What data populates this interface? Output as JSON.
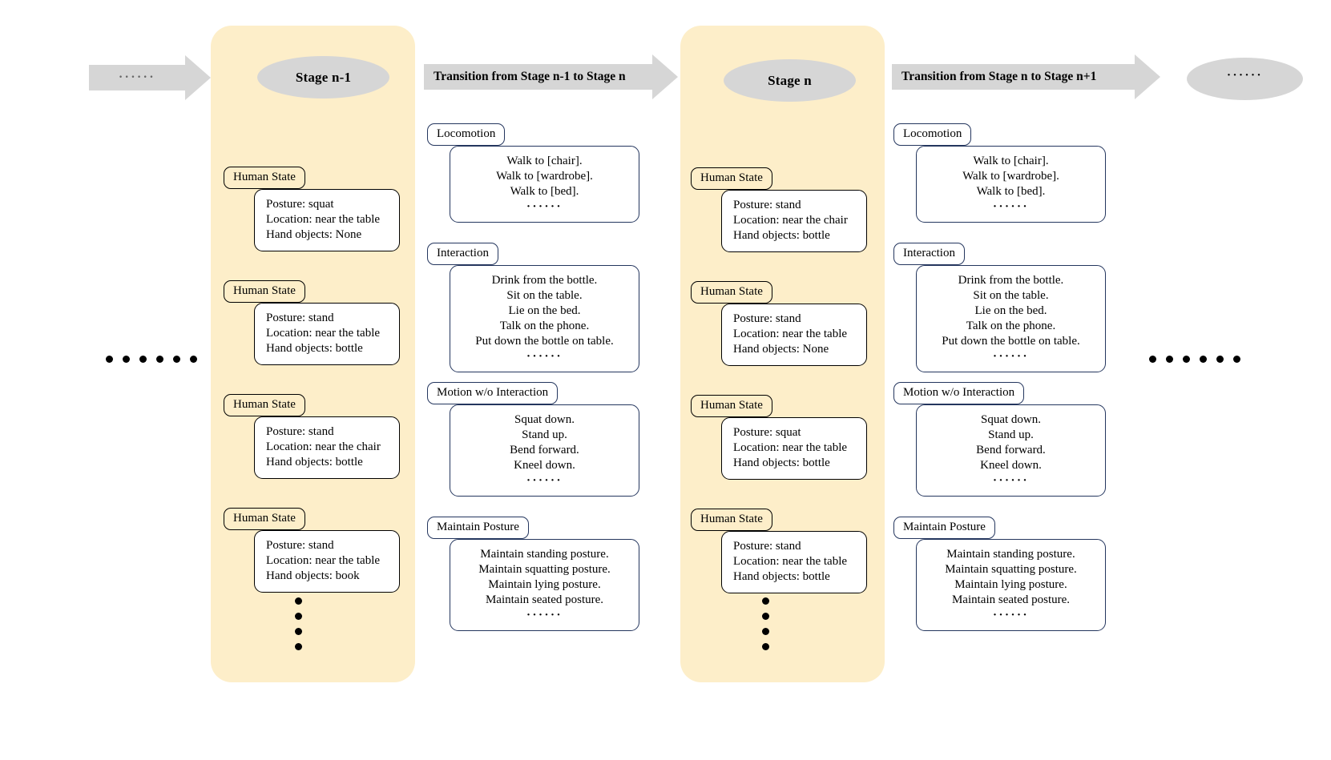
{
  "figure": {
    "lead_arrow_label": "······",
    "tail_ellipse_label": "······",
    "ellipsis_dots": "······",
    "colors": {
      "stage_panel": "#fdeec9",
      "ellipse_gray": "#d6d6d6",
      "arrow_gray": "#d6d6d6",
      "transition_border": "#24365e",
      "state_border": "#000000"
    }
  },
  "stages": [
    {
      "title": "Stage n-1",
      "states": [
        {
          "label": "Human State",
          "lines": [
            "Posture: squat",
            "Location: near the table",
            "Hand objects: None"
          ]
        },
        {
          "label": "Human State",
          "lines": [
            "Posture: stand",
            "Location: near the table",
            "Hand objects: bottle"
          ]
        },
        {
          "label": "Human State",
          "lines": [
            "Posture: stand",
            "Location: near the chair",
            "Hand objects: bottle"
          ]
        },
        {
          "label": "Human State",
          "lines": [
            "Posture: stand",
            "Location: near the table",
            "Hand objects: book"
          ]
        }
      ]
    },
    {
      "title": "Stage n",
      "states": [
        {
          "label": "Human State",
          "lines": [
            "Posture: stand",
            "Location: near the chair",
            "Hand objects: bottle"
          ]
        },
        {
          "label": "Human State",
          "lines": [
            "Posture: stand",
            "Location: near the table",
            "Hand objects: None"
          ]
        },
        {
          "label": "Human State",
          "lines": [
            "Posture: squat",
            "Location: near the table",
            "Hand objects: bottle"
          ]
        },
        {
          "label": "Human State",
          "lines": [
            "Posture: stand",
            "Location: near the table",
            "Hand objects: bottle"
          ]
        }
      ]
    }
  ],
  "transitions": [
    {
      "title": "Transition from Stage n-1 to Stage n",
      "groups": [
        {
          "label": "Locomotion",
          "lines": [
            "Walk to [chair].",
            "Walk to [wardrobe].",
            "Walk to [bed].",
            "······"
          ]
        },
        {
          "label": "Interaction",
          "lines": [
            "Drink from the bottle.",
            "Sit on the table.",
            "Lie on the bed.",
            "Talk on the phone.",
            "Put down the bottle on table.",
            "······"
          ]
        },
        {
          "label": "Motion w/o Interaction",
          "lines": [
            "Squat down.",
            "Stand up.",
            "Bend forward.",
            "Kneel down.",
            "······"
          ]
        },
        {
          "label": "Maintain Posture",
          "lines": [
            "Maintain standing posture.",
            "Maintain squatting posture.",
            "Maintain lying posture.",
            "Maintain seated posture.",
            "······"
          ]
        }
      ]
    },
    {
      "title": "Transition from Stage n to Stage n+1",
      "groups": [
        {
          "label": "Locomotion",
          "lines": [
            "Walk to [chair].",
            "Walk to [wardrobe].",
            "Walk to [bed].",
            "······"
          ]
        },
        {
          "label": "Interaction",
          "lines": [
            "Drink from the bottle.",
            "Sit on the table.",
            "Lie on the bed.",
            "Talk on the phone.",
            "Put down the bottle on table.",
            "······"
          ]
        },
        {
          "label": "Motion w/o Interaction",
          "lines": [
            "Squat down.",
            "Stand up.",
            "Bend forward.",
            "Kneel down.",
            "······"
          ]
        },
        {
          "label": "Maintain Posture",
          "lines": [
            "Maintain standing posture.",
            "Maintain squatting posture.",
            "Maintain lying posture.",
            "Maintain seated posture.",
            "······"
          ]
        }
      ]
    }
  ]
}
